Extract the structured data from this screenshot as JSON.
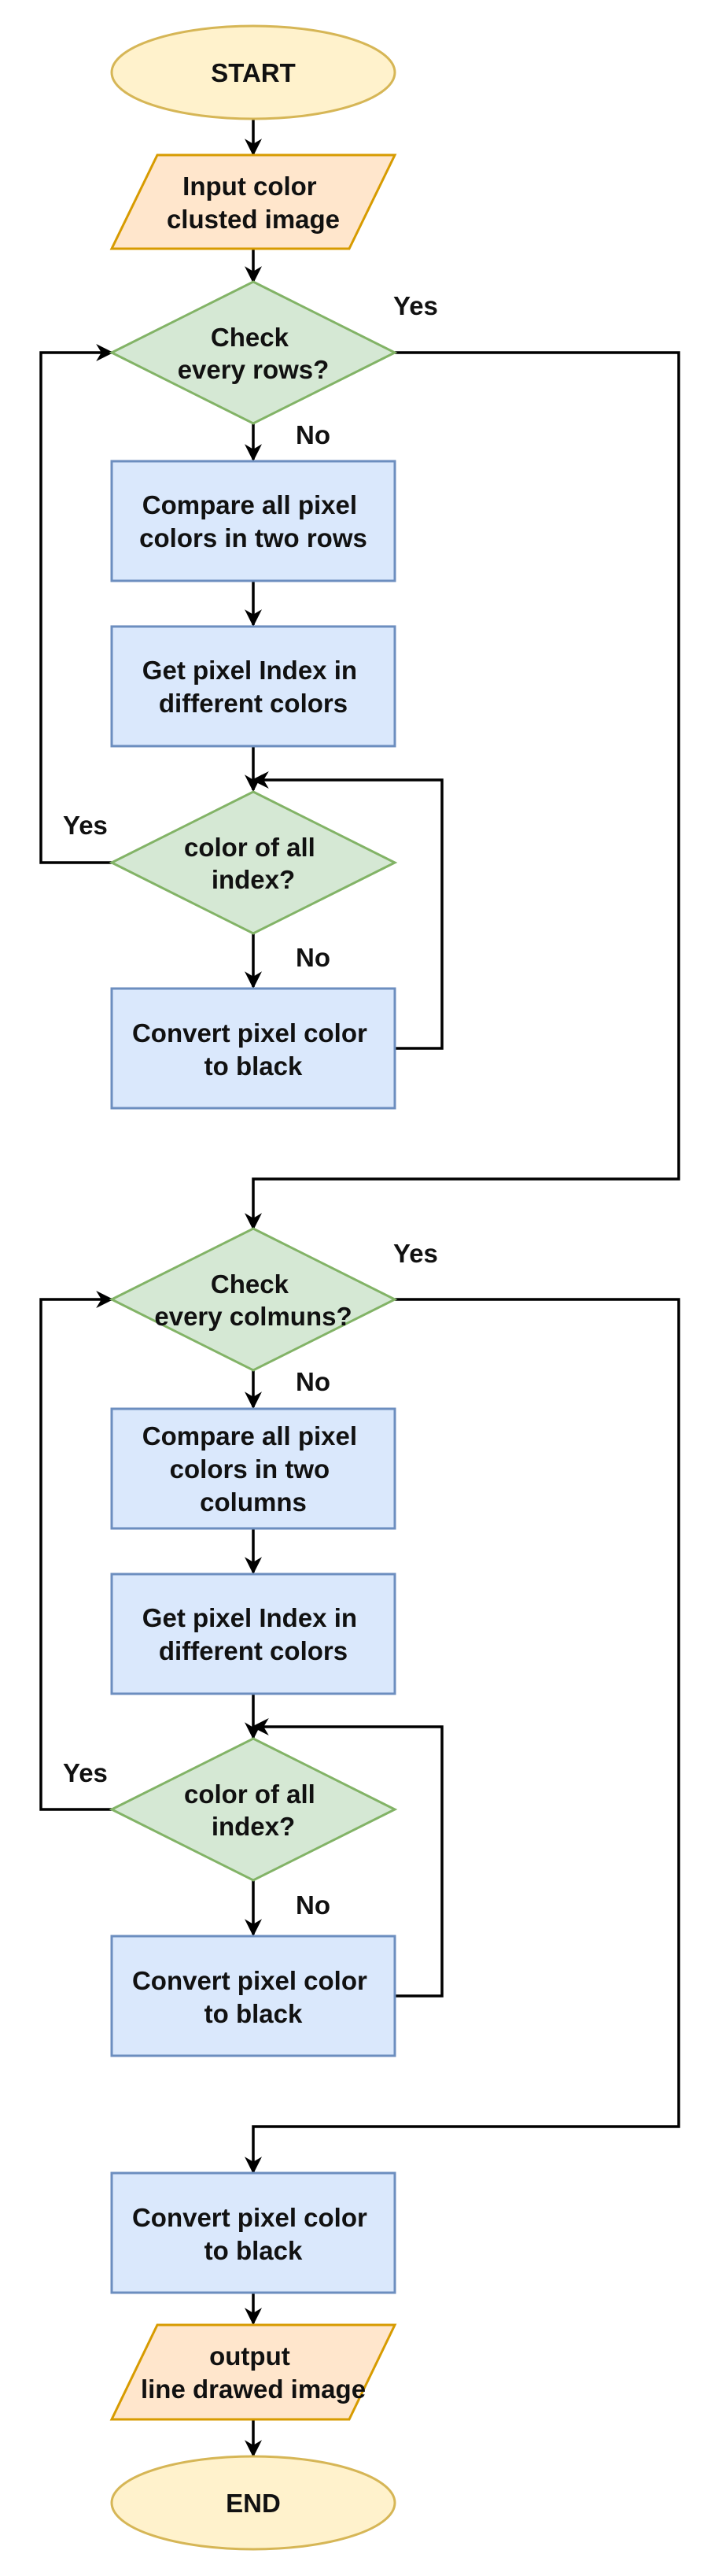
{
  "nodes": {
    "start": [
      "START"
    ],
    "input": [
      "Input color",
      "clusted image"
    ],
    "check_rows": [
      "Check",
      "every rows?"
    ],
    "compare_rows": [
      "Compare all pixel",
      "colors in two rows"
    ],
    "get_index_1": [
      "Get pixel Index in",
      "different colors"
    ],
    "color_index_1": [
      "color of all",
      "index?"
    ],
    "convert_1": [
      "Convert pixel color",
      "to black"
    ],
    "check_cols": [
      "Check",
      "every colmuns?"
    ],
    "compare_cols": [
      "Compare all pixel",
      "colors in two",
      "columns"
    ],
    "get_index_2": [
      "Get pixel Index in",
      "different colors"
    ],
    "color_index_2": [
      "color of all",
      "index?"
    ],
    "convert_2": [
      "Convert pixel color",
      "to black"
    ],
    "convert_final": [
      "Convert pixel color",
      "to black"
    ],
    "output": [
      "output",
      "line drawed image"
    ],
    "end": [
      "END"
    ]
  },
  "edge_labels": {
    "rows_yes": "Yes",
    "rows_no": "No",
    "index1_yes": "Yes",
    "index1_no": "No",
    "cols_yes": "Yes",
    "cols_no": "No",
    "index2_yes": "Yes",
    "index2_no": "No"
  }
}
